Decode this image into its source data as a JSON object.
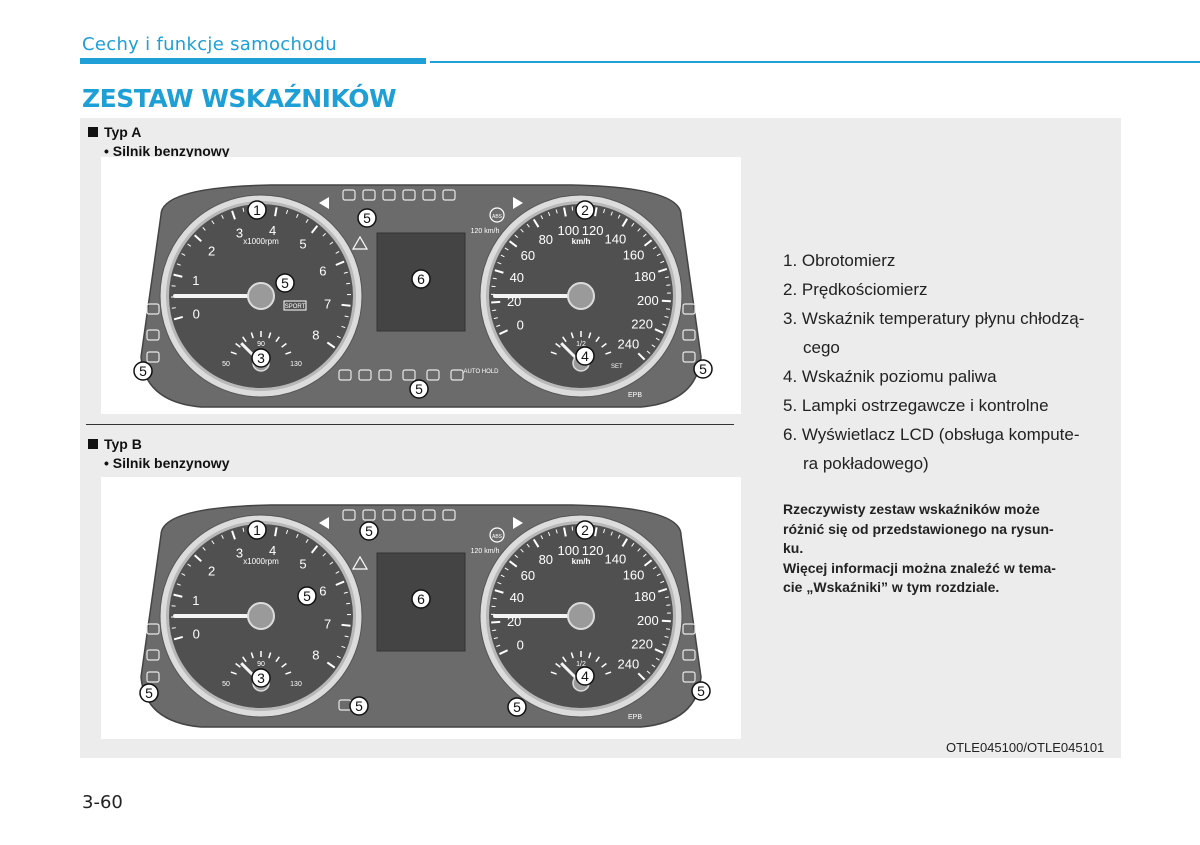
{
  "header": {
    "section": "Cechy i funkcje samochodu",
    "title": "ZESTAW WSKAŹNIKÓW"
  },
  "figure": {
    "type_a": {
      "heading": "Typ A",
      "subheading": "• Silnik benzynowy"
    },
    "type_b": {
      "heading": "Typ B",
      "subheading": "• Silnik benzynowy"
    },
    "tachometer": {
      "scale": [
        "0",
        "1",
        "2",
        "3",
        "4",
        "5",
        "6",
        "7",
        "8"
      ],
      "unit": "x1000rpm",
      "sport_label": "SPORT"
    },
    "speedometer": {
      "scale": [
        "0",
        "20",
        "40",
        "60",
        "80",
        "100",
        "120",
        "140",
        "160",
        "180",
        "200",
        "220",
        "240"
      ],
      "unit": "km/h",
      "inner_scale": "120 km/h"
    },
    "temp_gauge": {
      "low": "50",
      "mid": "90",
      "high": "130"
    },
    "fuel_gauge": {
      "half": "1/2"
    },
    "lcd_label": "6",
    "indicator_labels": {
      "abs": "ABS",
      "auto_hold": "AUTO HOLD",
      "epb": "EPB",
      "set": "SET"
    },
    "callouts": [
      "1",
      "2",
      "3",
      "4",
      "5"
    ],
    "code": "OTLE045100/OTLE045101"
  },
  "legend": {
    "item1": "1. Obrotomierz",
    "item2": "2. Prędkościomierz",
    "item3a": "3.  Wskaźnik temperatury płynu chłodzą-",
    "item3b": "cego",
    "item4": "4. Wskaźnik poziomu paliwa",
    "item5": "5. Lampki ostrzegawcze i kontrolne",
    "item6a": "6. Wyświetlacz LCD (obsługa kompute-",
    "item6b": "ra pokładowego)"
  },
  "note": {
    "line1": "Rzeczywisty zestaw wskaźników może",
    "line2": "różnić się od przedstawionego na rysun-",
    "line3": "ku.",
    "line4": "Więcej informacji można znaleźć w tema-",
    "line5": "cie „Wskaźniki” w tym rozdziale."
  },
  "footer": {
    "page_number": "3-60"
  },
  "colors": {
    "accent": "#1e9fd6",
    "cluster_body": "#6b6b6b",
    "lcd": "#444444"
  }
}
